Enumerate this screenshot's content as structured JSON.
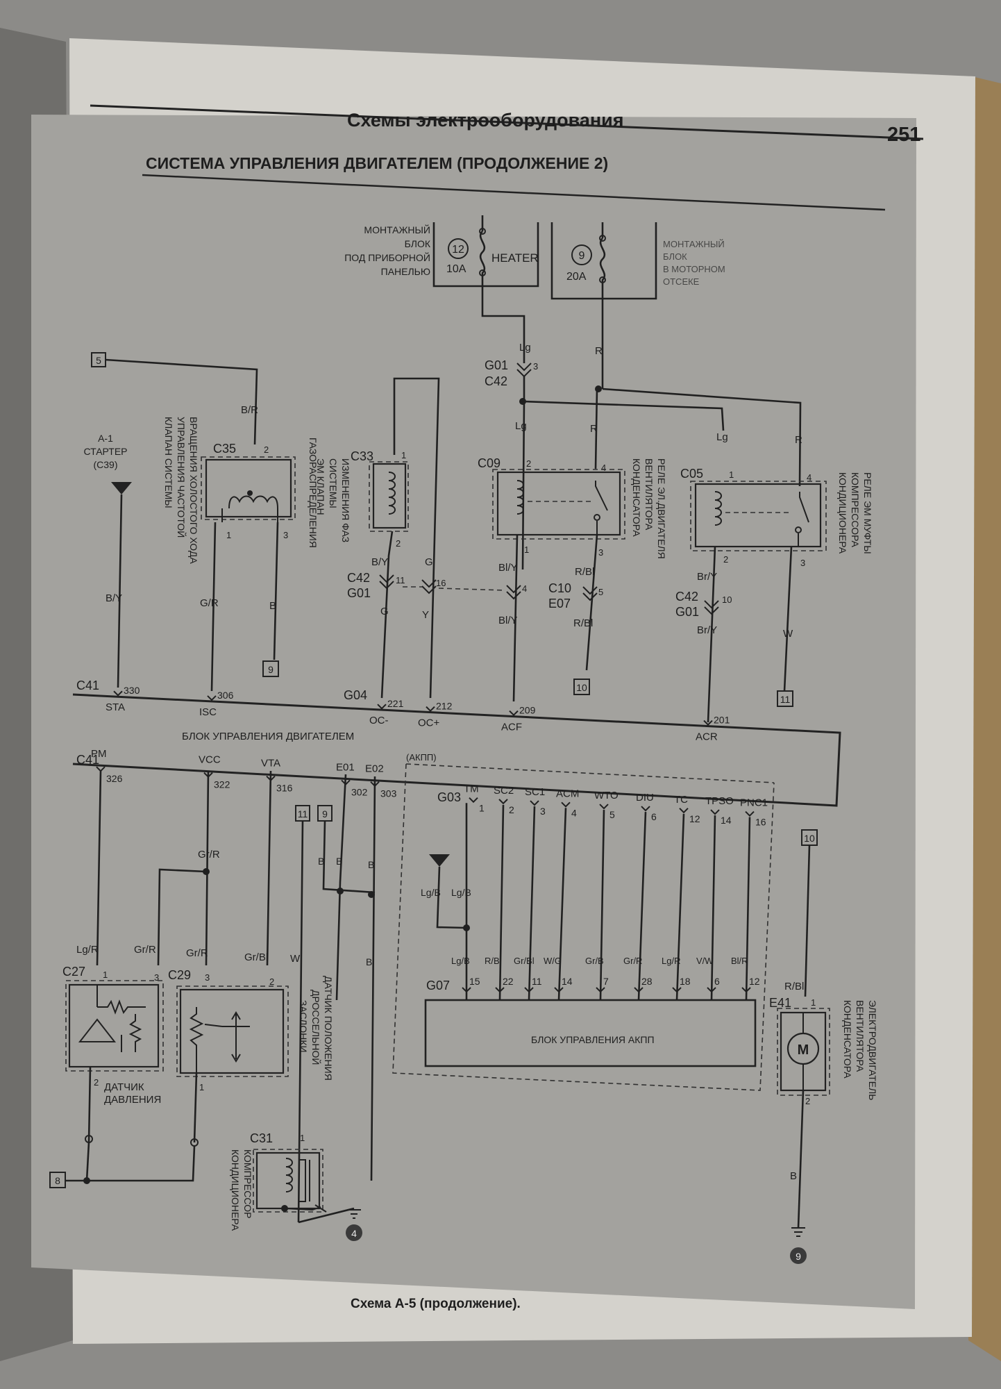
{
  "page": {
    "header_title": "Схемы электрооборудования",
    "page_number": "251",
    "diagram_title": "СИСТЕМА УПРАВЛЕНИЯ ДВИГАТЕЛЕМ (ПРОДОЛЖЕНИЕ 2)",
    "caption": "Схема А-5 (продолжение)."
  },
  "fuse_boxes": {
    "left_block": [
      "МОНТАЖНЫЙ",
      "БЛОК",
      "ПОД ПРИБОРНОЙ",
      "ПАНЕЛЬЮ"
    ],
    "right_block": [
      "МОНТАЖНЫЙ",
      "БЛОК",
      "В МОТОРНОМ",
      "ОТСЕКЕ"
    ],
    "fuse_left": {
      "num": "12",
      "amps": "10A",
      "name": "HEATER"
    },
    "fuse_right": {
      "num": "9",
      "amps": "20A"
    }
  },
  "components": {
    "c35": {
      "id": "C35",
      "desc": [
        "КЛАПАН СИСТЕМЫ",
        "УПРАВЛЕНИЯ ЧАСТОТОЙ",
        "ВРАЩЕНИЯ ХОЛОСТОГО ХОДА"
      ]
    },
    "c33": {
      "id": "C33",
      "desc": [
        "ЭМ КЛАПАН",
        "СИСТЕМЫ",
        "ИЗМЕНЕНИЯ ФАЗ",
        "ГАЗОРАСПРЕДЕЛЕНИЯ"
      ]
    },
    "c09": {
      "id": "C09",
      "desc": [
        "РЕЛЕ ЭЛ.ДВИГАТЕЛЯ",
        "ВЕНТИЛЯТОРА",
        "КОНДЕНСАТОРА"
      ]
    },
    "c05": {
      "id": "C05",
      "desc": [
        "РЕЛЕ ЭМ МУФТЫ",
        "КОМПРЕССОРА",
        "КОНДИЦИОНЕРА"
      ]
    },
    "starter": {
      "ref": "А-1",
      "name": "СТАРТЕР",
      "conn": "(C39)"
    },
    "c27": {
      "id": "C27",
      "desc": [
        "ДАТЧИК",
        "ДАВЛЕНИЯ"
      ]
    },
    "c29": {
      "id": "C29",
      "desc": [
        "ДАТЧИК ПОЛОЖЕНИЯ",
        "ДРОССЕЛЬНОЙ",
        "ЗАСЛОНКИ"
      ]
    },
    "c31": {
      "id": "C31",
      "desc": [
        "КОМПРЕССОР",
        "КОНДИЦИОНЕРА"
      ]
    },
    "e41": {
      "id": "E41",
      "desc": [
        "ЭЛЕКТРОДВИГАТЕЛЬ",
        "ВЕНТИЛЯТОРА",
        "КОНДЕНСАТОРА"
      ]
    },
    "ecu": {
      "name": "БЛОК УПРАВЛЕНИЯ ДВИГАТЕЛЕМ"
    },
    "tcu": {
      "name": "БЛОК УПРАВЛЕНИЯ АКПП",
      "section": "(АКПП)"
    }
  },
  "connectors": {
    "c41": "C41",
    "g04": "G04",
    "g03": "G03",
    "g07": "G07",
    "g01": "G01",
    "c42": "C42",
    "c10": "C10",
    "e07": "E07"
  },
  "ecu_top_pins": [
    {
      "num": "330",
      "name": "STA"
    },
    {
      "num": "306",
      "name": "ISC"
    },
    {
      "num": "221",
      "name": "OC-"
    },
    {
      "num": "212",
      "name": "OC+"
    },
    {
      "num": "209",
      "name": "ACF"
    },
    {
      "num": "201",
      "name": "ACR"
    }
  ],
  "ecu_bottom_pins": [
    {
      "num": "326",
      "name": "PM"
    },
    {
      "num": "322",
      "name": "VCC"
    },
    {
      "num": "316",
      "name": "VTA"
    },
    {
      "num": "302",
      "name": "E01"
    },
    {
      "num": "303",
      "name": "E02"
    }
  ],
  "g03_pins": [
    {
      "num": "1",
      "name": "TM"
    },
    {
      "num": "2",
      "name": "SC2"
    },
    {
      "num": "3",
      "name": "SC1"
    },
    {
      "num": "4",
      "name": "ACM"
    },
    {
      "num": "5",
      "name": "WTO"
    },
    {
      "num": "6",
      "name": "DIU"
    },
    {
      "num": "12",
      "name": "TC"
    },
    {
      "num": "14",
      "name": "TPSO"
    },
    {
      "num": "16",
      "name": "PNC1"
    }
  ],
  "g07_pins": [
    {
      "num": "15",
      "wire": "Lg/B"
    },
    {
      "num": "22",
      "wire": "R/B"
    },
    {
      "num": "11",
      "wire": "Gr/Bl"
    },
    {
      "num": "14",
      "wire": "W/G"
    },
    {
      "num": "7",
      "wire": "Gr/B"
    },
    {
      "num": "28",
      "wire": "Gr/R"
    },
    {
      "num": "18",
      "wire": "Lg/R"
    },
    {
      "num": "6",
      "wire": "V/W"
    },
    {
      "num": "12",
      "wire": "Bl/R"
    }
  ],
  "wires": {
    "lg": "Lg",
    "r": "R",
    "br": "B/R",
    "by": "B/Y",
    "gr_r": "G/R",
    "b": "B",
    "g": "G",
    "y": "Y",
    "bly": "Bl/Y",
    "rbl": "R/Bl",
    "bry": "Br/Y",
    "w": "W",
    "lgr": "Lg/R",
    "grr": "Gr/R",
    "grbl": "Gr/Bl",
    "lgb": "Lg/B"
  },
  "refs": {
    "r5": "5",
    "r8": "8",
    "r9": "9",
    "r10": "10",
    "r11": "11",
    "g4": "4",
    "g9": "9"
  },
  "pins": {
    "p1": "1",
    "p2": "2",
    "p3": "3",
    "p4": "4",
    "p5": "5",
    "p10": "10",
    "p11": "11",
    "p16": "16"
  }
}
